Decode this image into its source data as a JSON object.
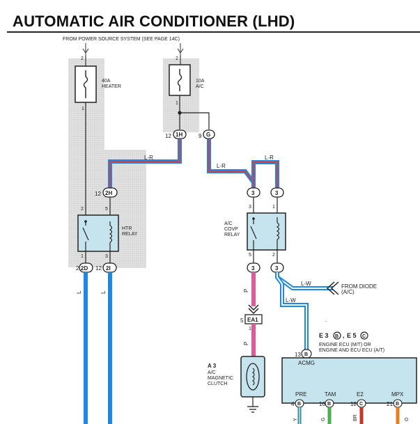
{
  "title": "AUTOMATIC AIR CONDITIONER (LHD)",
  "source_label": "FROM POWER SOURCE SYSTEM (SEE PAGE 14C)",
  "fuses": [
    {
      "id": "heater",
      "rating": "40A",
      "name": "HEATER"
    },
    {
      "id": "ac",
      "rating": "10A",
      "name": "A/C"
    }
  ],
  "relays": [
    {
      "id": "htr",
      "name1": "HTR",
      "name2": "RELAY"
    },
    {
      "id": "acovp",
      "name1": "A/C",
      "name2": "COVP",
      "name3": "RELAY"
    }
  ],
  "pins": {
    "heater_in": "2",
    "heater_out": "1",
    "ac_in": "2",
    "ac_out": "1",
    "htr_top_left": "2",
    "htr_top_right": "5",
    "htr_bot_left": "1",
    "htr_bot_right": "3",
    "covp_top_left": "3",
    "covp_top_right": "1",
    "covp_bot_left": "5",
    "covp_bot_right": "2",
    "j1h": "12",
    "jG": "9",
    "j2h": "12",
    "j2d": "2",
    "j2i": "12",
    "ea1": "5",
    "ea1_lower": "1",
    "acmg": "13",
    "pre": "4",
    "tam": "16",
    "e2": "18",
    "mpx": "21"
  },
  "connectors": {
    "c1h": "1H",
    "cG": "G",
    "c2h": "2H",
    "c2d": "2D",
    "c2i": "2I",
    "c3": "3",
    "ea1": "EA1",
    "cB": "B",
    "cC": "C"
  },
  "wires": {
    "lr": "L-R",
    "l": "L",
    "p": "P",
    "lw": "L-W",
    "y": "Y",
    "g": "G",
    "br": "BR",
    "o": "O"
  },
  "diode_label1": "FROM DIODE",
  "diode_label2": "(A/C)",
  "ecu": {
    "ids": "E 3",
    "ids_b": "B",
    "ids_c": "E 5",
    "ids_sep": ",",
    "line1": "ENGINE ECU (M/T) OR",
    "line2": "ENGINE AND ECU ECU (A/T)",
    "terminal": "ACMG",
    "pre": "PRE",
    "tam": "TAM",
    "e2": "E2",
    "mpx": "MPX"
  },
  "clutch": {
    "code": "A 3",
    "line1": "A/C",
    "line2": "MAGNETIC",
    "line3": "CLUTCH"
  },
  "colors": {
    "blue_wire": "#1e88e5",
    "red_wire": "#e53935",
    "pink_wire": "#e05a9a",
    "shade": "#d8d8d8",
    "relay_fill": "#c6e4ee",
    "green_wire": "#4caf50",
    "orange_wire": "#e67e22",
    "brown_wire": "#c0392b"
  }
}
